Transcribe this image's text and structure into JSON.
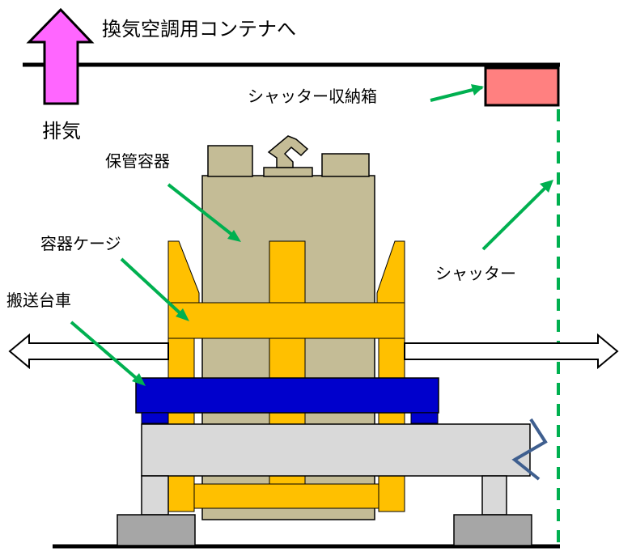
{
  "labels": {
    "exhaust_destination": "換気空調用コンテナへ",
    "exhaust": "排気",
    "shutter_box": "シャッター収納箱",
    "storage_container": "保管容器",
    "container_cage": "容器ケージ",
    "transport_cart": "搬送台車",
    "shutter": "シャッター"
  },
  "colors": {
    "exhaust_arrow": "#ff66ff",
    "shutter_box": "#ff8080",
    "container": "#c4bc96",
    "cage": "#ffc000",
    "cart_blue": "#0000cc",
    "rail": "#d9d9d9",
    "pointer": "#00b050",
    "shutter_line": "#00b050",
    "base": "#a6a6a6",
    "break_mark": "#3f5f8f"
  },
  "icons": {
    "exhaust_arrow": "up-arrow",
    "movement_arrow": "double-headed-arrow",
    "break_mark": "zigzag-break"
  }
}
